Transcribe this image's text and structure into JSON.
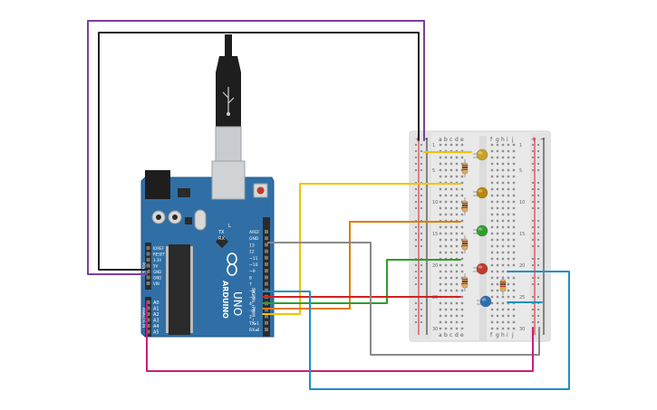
{
  "arduino": {
    "logo_text": "ARDUINO",
    "model_text": "UNO",
    "digital_label": "DIGITAL (PWM ~)",
    "power_label": "POWER",
    "analog_label": "ANALOG IN",
    "pin_tx": "TX",
    "pin_rx": "RX",
    "pin_l": "L",
    "digital_pins": [
      "AREF",
      "GND",
      "13",
      "12",
      "~11",
      "~10",
      "~9",
      "8",
      "7",
      "~6",
      "~5",
      "4",
      "~3",
      "2",
      "TX▸1",
      "RX◂0"
    ],
    "power_pins": [
      "IOREF",
      "RESET",
      "3.3V",
      "5V",
      "GND",
      "GND",
      "VIN"
    ],
    "analog_pins": [
      "A0",
      "A1",
      "A2",
      "A3",
      "A4",
      "A5"
    ],
    "colors": {
      "board": "#2f6fa6",
      "header": "#2b2b2b"
    }
  },
  "breadboard": {
    "columns_left": [
      "a",
      "b",
      "c",
      "d",
      "e"
    ],
    "columns_right": [
      "f",
      "g",
      "h",
      "i",
      "j"
    ],
    "rows": [
      "1",
      "5",
      "10",
      "15",
      "20",
      "25",
      "30"
    ],
    "rail_plus": "+",
    "rail_minus": "−"
  },
  "components": {
    "leds": [
      {
        "color": "#c9a227",
        "name": "yellow-led"
      },
      {
        "color": "#b8860b",
        "name": "amber-led"
      },
      {
        "color": "#2e9e2e",
        "name": "green-led"
      },
      {
        "color": "#c0392b",
        "name": "red-led"
      },
      {
        "color": "#2b6fb5",
        "name": "blue-led"
      }
    ]
  },
  "wire_colors": {
    "purple": "#7b3f9a",
    "black": "#222222",
    "yellow": "#f2c200",
    "orange": "#e07b00",
    "green": "#2e9e2e",
    "red": "#d62020",
    "gray": "#8a8a8a",
    "magenta": "#c81e7a",
    "blue": "#1e8fc8"
  }
}
